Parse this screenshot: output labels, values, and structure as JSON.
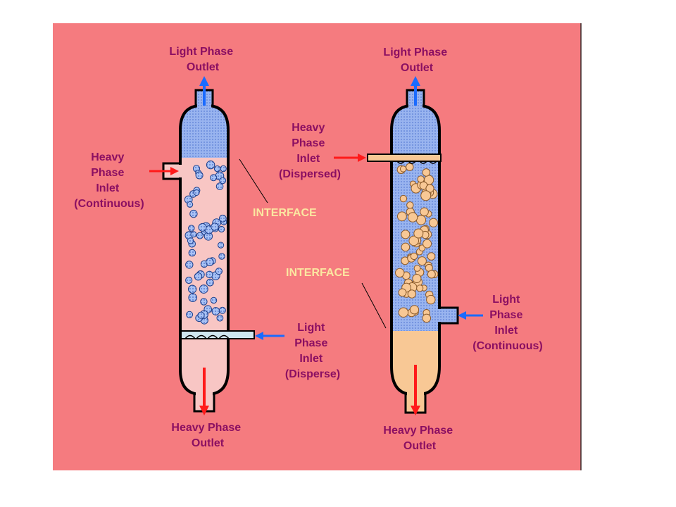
{
  "colors": {
    "background": "#f57b7f",
    "outline": "#000000",
    "light_phase": "#99b4ef",
    "heavy_continuous": "#f8c6c4",
    "heavy_drop": "#f8c895",
    "label_text": "#8b0f62",
    "interface_text": "#fbe7a1",
    "arrow_red": "#ff1a1a",
    "arrow_blue": "#1a6bff"
  },
  "left_column": {
    "light_outlet": [
      "Light Phase",
      "Outlet"
    ],
    "heavy_inlet": [
      "Heavy",
      "Phase",
      "Inlet",
      "(Continuous)"
    ],
    "interface": "INTERFACE",
    "light_inlet": [
      "Light",
      "Phase",
      "Inlet",
      "(Disperse)"
    ],
    "heavy_outlet": [
      "Heavy Phase",
      "Outlet"
    ]
  },
  "right_column": {
    "light_outlet": [
      "Light Phase",
      "Outlet"
    ],
    "heavy_inlet": [
      "Heavy",
      "Phase",
      "Inlet",
      "(Dispersed)"
    ],
    "interface": "INTERFACE",
    "light_inlet": [
      "Light",
      "Phase",
      "Inlet",
      "(Continuous)"
    ],
    "heavy_outlet": [
      "Heavy Phase",
      "Outlet"
    ]
  }
}
